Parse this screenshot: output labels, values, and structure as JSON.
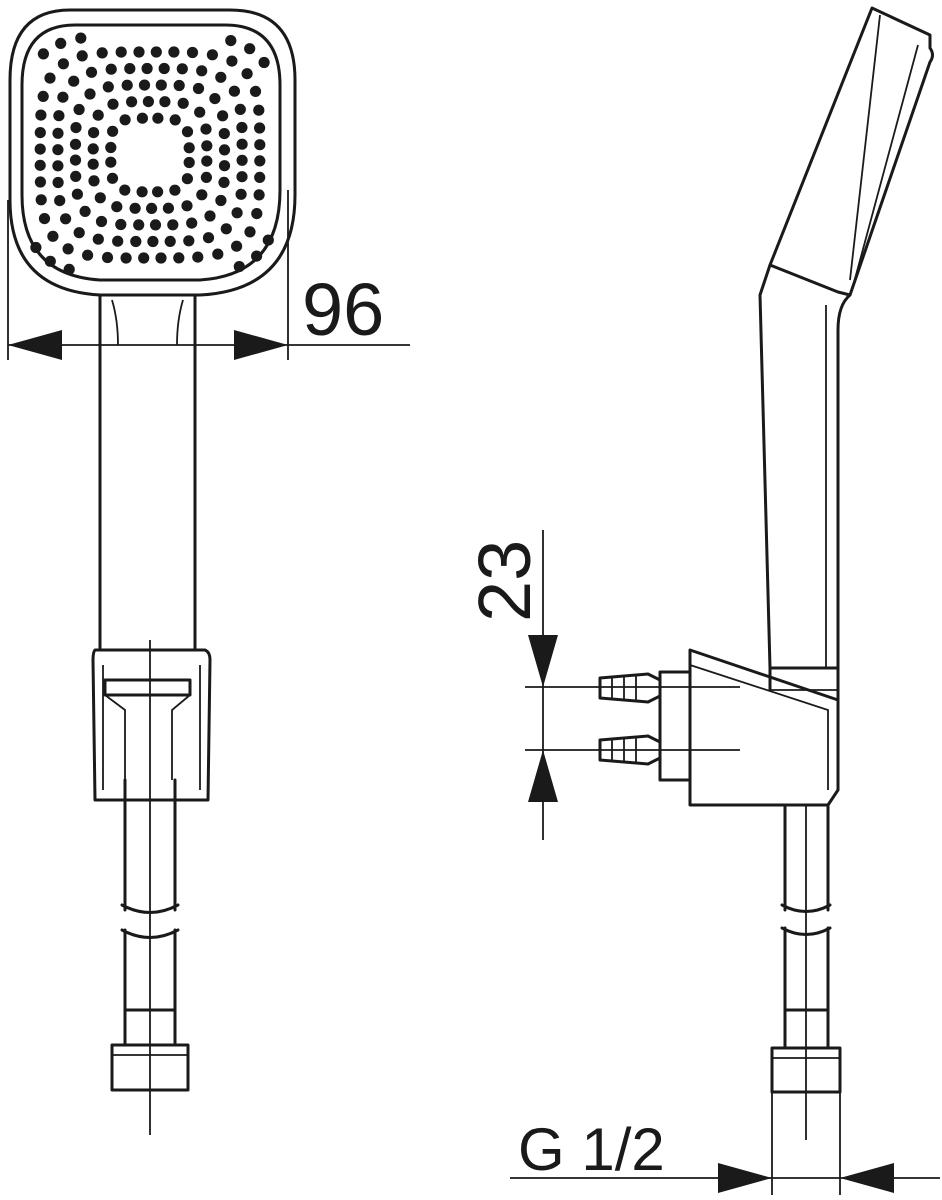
{
  "dimensions": {
    "width_label": "96",
    "spacing_label": "23",
    "thread_label": "G 1/2"
  }
}
